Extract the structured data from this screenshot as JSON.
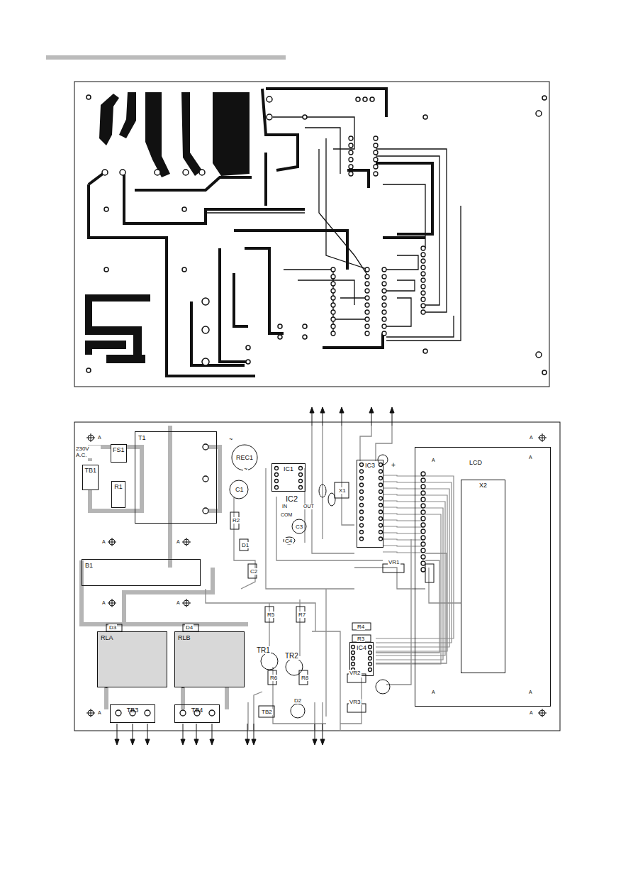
{
  "diagram": {
    "nodes": [
      {
        "text": [
          "FS1"
        ]
      },
      {
        "text": [
          "TB1"
        ]
      },
      {
        "text": [
          "R1"
        ]
      },
      {
        "text": [
          "T1"
        ]
      },
      {
        "text": [
          "IC1"
        ]
      },
      {
        "text": [
          "IC3"
        ]
      },
      {
        "text": [
          "LCD"
        ]
      },
      {
        "text": [
          "X2"
        ],
        "in": 6
      },
      {
        "text": [
          "B1"
        ]
      },
      {
        "text": [
          "RLA"
        ]
      },
      {
        "text": [
          "RLB"
        ]
      },
      {
        "text": [
          "IC4"
        ]
      },
      {
        "text": [
          "TB3"
        ]
      },
      {
        "text": [
          "TB4"
        ]
      }
    ],
    "labels": [
      "230V A.C.",
      "A",
      "A",
      "A",
      "A",
      "A",
      "A",
      "A",
      "A",
      "A",
      "A",
      "A",
      "A",
      "~",
      "REC1",
      "~",
      "C1",
      "R2",
      "D1",
      "C2",
      "IC2",
      "IN",
      "COM",
      "OUT",
      "C3",
      "C4",
      "X1",
      "+",
      "VR1",
      "R5",
      "R7",
      "D3",
      "D4",
      "TR1",
      "TR2",
      "R6",
      "R8",
      "R4",
      "R3",
      "VR2",
      "VR3",
      "D2",
      "TB2"
    ]
  }
}
